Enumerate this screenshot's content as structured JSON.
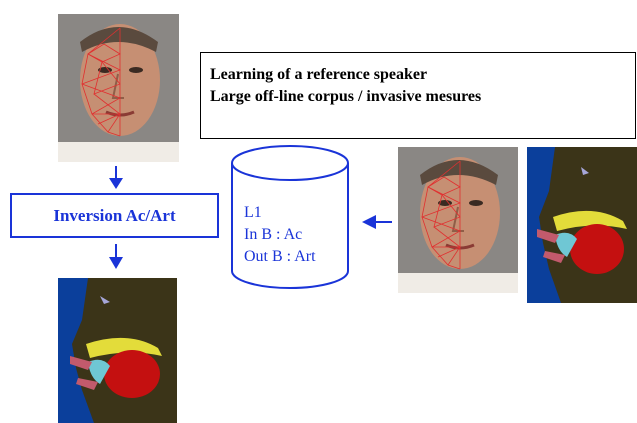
{
  "reference_box": {
    "line1": "Learning of a reference speaker",
    "line2": "Large off-line corpus / invasive mesures"
  },
  "inversion_box": {
    "label": "Inversion Ac/Art"
  },
  "database": {
    "name": "L1",
    "in_line": "In B : Ac",
    "out_line": "Out B : Art"
  },
  "colors": {
    "blue": "#1a34d8",
    "mesh": "#e03030",
    "tongue": "#c41010",
    "vocal_bg": "#0b3f9b",
    "tissue": "#3b3418"
  }
}
